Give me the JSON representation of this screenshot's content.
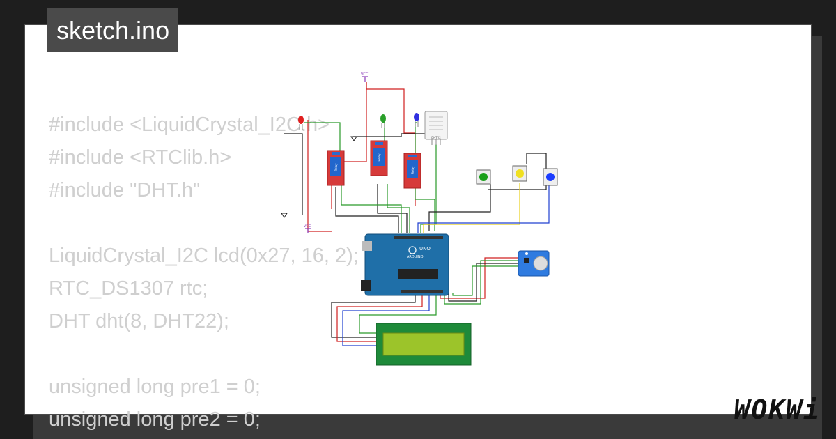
{
  "filename": "sketch.ino",
  "code_lines": [
    "#include <LiquidCrystal_I2C.h>",
    "#include <RTClib.h>",
    "#include \"DHT.h\"",
    "",
    "LiquidCrystal_I2C lcd(0x27, 16, 2);",
    "RTC_DS1307 rtc;",
    "DHT dht(8, DHT22);",
    "",
    "unsigned long pre1 = 0;",
    "unsigned long pre2 = 0;"
  ],
  "circuit": {
    "vcc_label": "VCC",
    "relay_label": "Relay",
    "dht_label": "DHT22",
    "arduino_brand": "ARDUINO",
    "arduino_model": "UNO",
    "colors": {
      "relay": "#d63a3a",
      "led_red": "#e02020",
      "led_green": "#2aa02a",
      "led_blue": "#3030e0",
      "arduino": "#1f6fa8",
      "lcd_board": "#1e8a3a",
      "lcd_screen": "#9cc42a",
      "rtc": "#2f7be0",
      "btn_green": "#1aa01a",
      "btn_yellow": "#f0e020",
      "btn_blue": "#1a3cff"
    }
  },
  "logo_text": "WOKWi"
}
